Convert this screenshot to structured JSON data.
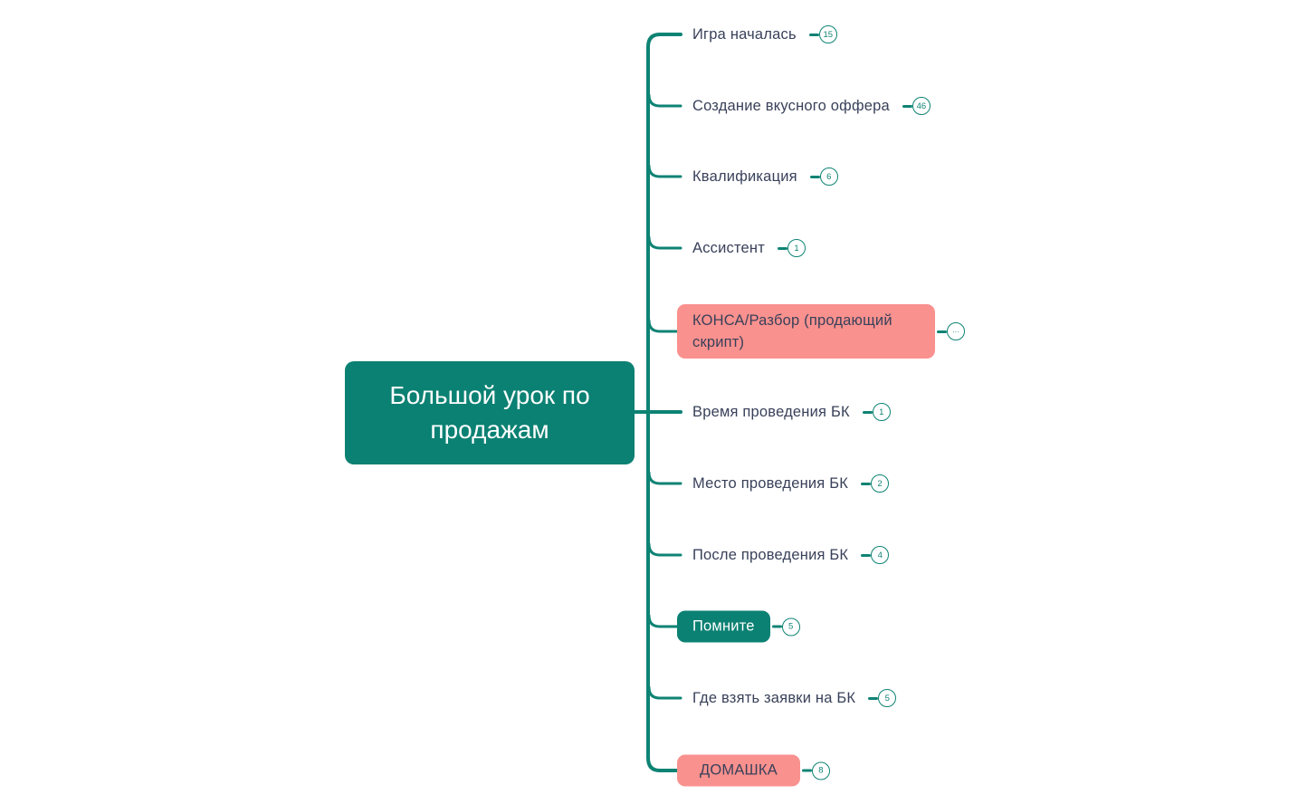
{
  "root": {
    "label": "Большой урок по продажам"
  },
  "colors": {
    "teal": "#0B8173",
    "pink": "#F9918E",
    "line": "#0E8374",
    "label_text": "#39415A"
  },
  "branches": [
    {
      "label": "Игра началась",
      "badge": "15",
      "style": "plain"
    },
    {
      "label": "Создание вкусного оффера",
      "badge": "46",
      "style": "plain"
    },
    {
      "label": "Квалификация",
      "badge": "6",
      "style": "plain"
    },
    {
      "label": "Ассистент",
      "badge": "1",
      "style": "plain"
    },
    {
      "label": "КОНСА/Разбор (продающий скрипт)",
      "badge": "···",
      "style": "pink-box"
    },
    {
      "label": "Время проведения БК",
      "badge": "1",
      "style": "plain"
    },
    {
      "label": "Место проведения БК",
      "badge": "2",
      "style": "plain"
    },
    {
      "label": "После проведения БК",
      "badge": "4",
      "style": "plain"
    },
    {
      "label": "Помните",
      "badge": "5",
      "style": "teal-box"
    },
    {
      "label": "Где взять заявки на БК",
      "badge": "5",
      "style": "plain"
    },
    {
      "label": "ДОМАШКА",
      "badge": "8",
      "style": "pink-box"
    }
  ]
}
